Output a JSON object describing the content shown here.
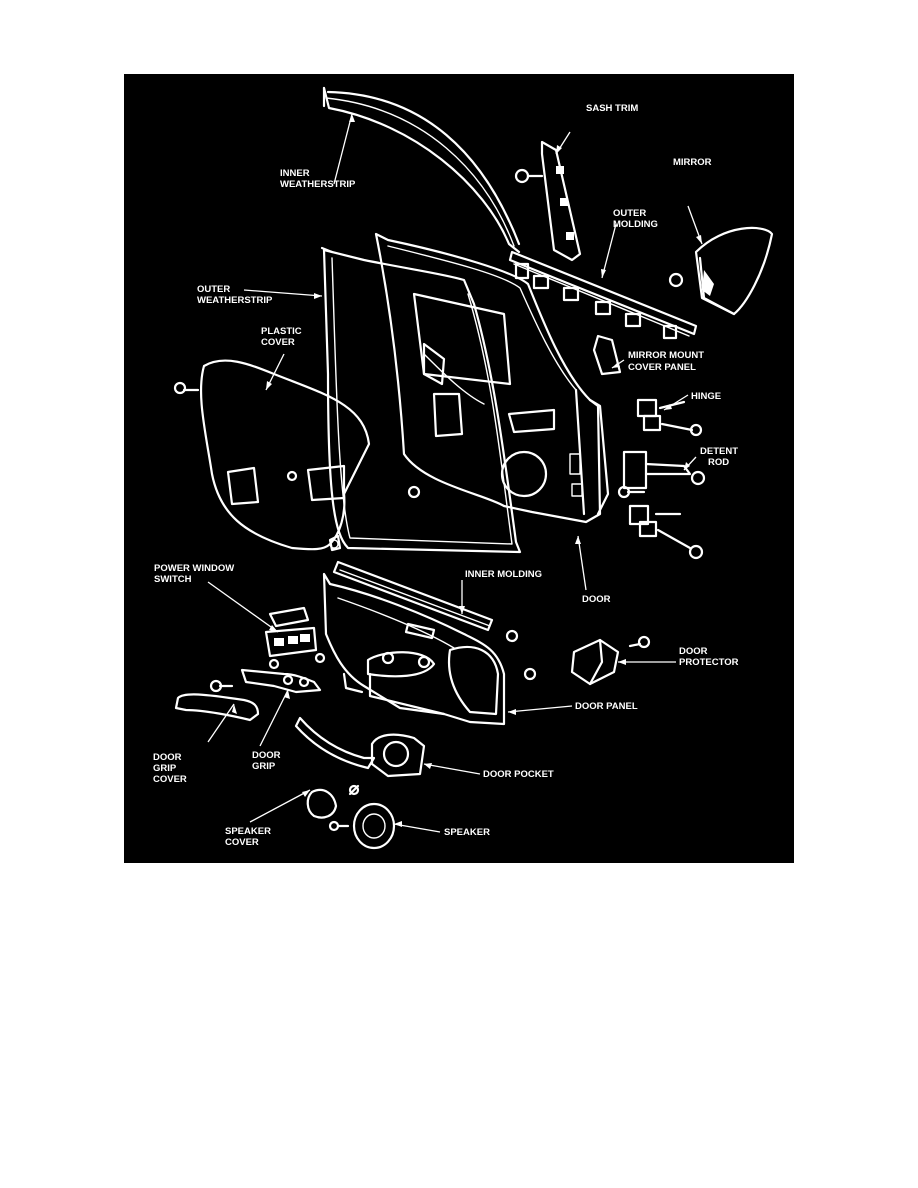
{
  "labels": {
    "sash_trim": "SASH TRIM",
    "mirror": "MIRROR",
    "inner_weatherstrip": [
      "INNER",
      "WEATHERSTRIP"
    ],
    "outer_molding": [
      "OUTER",
      "MOLDING"
    ],
    "outer_weatherstrip": [
      "OUTER",
      "WEATHERSTRIP"
    ],
    "plastic_cover": [
      "PLASTIC",
      "COVER"
    ],
    "mirror_mount_cover_panel": [
      "MIRROR MOUNT",
      "COVER PANEL"
    ],
    "hinge": "HINGE",
    "detent_rod": [
      "DETENT",
      "ROD"
    ],
    "power_window_switch": [
      "POWER WINDOW",
      "SWITCH"
    ],
    "inner_molding": "INNER MOLDING",
    "door": "DOOR",
    "door_protector": [
      "DOOR",
      "PROTECTOR"
    ],
    "door_panel": "DOOR PANEL",
    "door_grip_cover": [
      "DOOR",
      "GRIP",
      "COVER"
    ],
    "door_grip": [
      "DOOR",
      "GRIP"
    ],
    "door_pocket": "DOOR POCKET",
    "speaker_cover": [
      "SPEAKER",
      "COVER"
    ],
    "speaker": "SPEAKER"
  },
  "colors": {
    "background": "#000000",
    "linework": "#ffffff",
    "page": "#ffffff"
  }
}
